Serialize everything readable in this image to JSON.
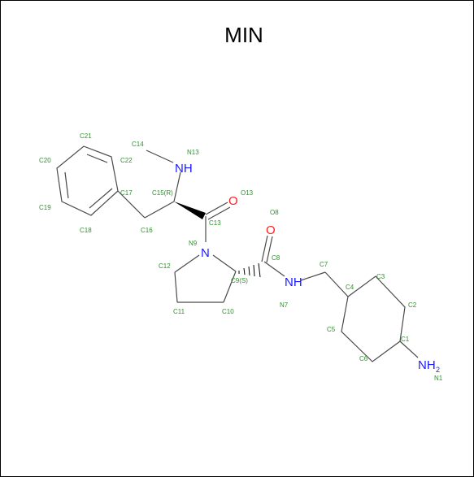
{
  "title": "MIN",
  "colors": {
    "carbon_label": "#2f8f2f",
    "nitrogen": "#1a1aff",
    "oxygen": "#ff2020",
    "bond": "#4a4a4a",
    "frame": "#000000"
  },
  "heteroatoms": {
    "nh_amine": "NH",
    "o_amide_1": "O",
    "o_amide_2": "O",
    "n_ring": "N",
    "nh_amide": "NH",
    "nh2_main": "NH",
    "nh2_sub": "2"
  },
  "atom_labels": {
    "c21": "C21",
    "c20": "C20",
    "c22": "C22",
    "c19": "C19",
    "c17": "C17",
    "c18": "C18",
    "c16": "C16",
    "c14": "C14",
    "n13": "N13",
    "c15": "C15(R)",
    "o13": "O13",
    "c13": "C13",
    "o8": "O8",
    "n9": "N9",
    "c8": "C8",
    "c12": "C12",
    "c9": "C9(S)",
    "c7": "C7",
    "c3": "C3",
    "c4": "C4",
    "n7": "N7",
    "c11": "C11",
    "c10": "C10",
    "c2": "C2",
    "c5": "C5",
    "c1": "C1",
    "c6": "C6",
    "n1": "N1"
  }
}
